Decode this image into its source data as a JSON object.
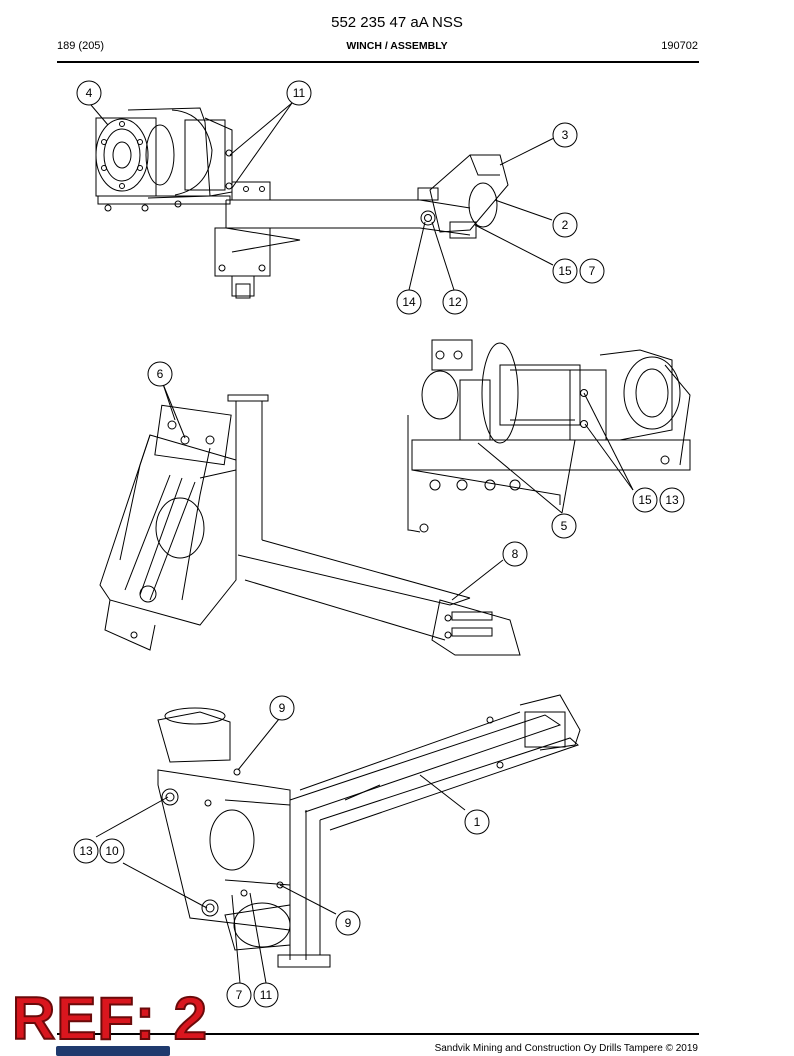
{
  "header": {
    "doc_title": "552 235 47 aA NSS",
    "page": "189 (205)",
    "section": "WINCH / ASSEMBLY",
    "date_code": "190702"
  },
  "callouts": {
    "c1": "1",
    "c2": "2",
    "c3": "3",
    "c4": "4",
    "c5": "5",
    "c6": "6",
    "c8": "8",
    "c9a": "9",
    "c9b": "9",
    "c11a": "11",
    "c12": "12",
    "c13a": "13",
    "c13b": "13",
    "c14": "14",
    "c15a": "15",
    "c15b": "15",
    "c7a": "7",
    "c10": "10",
    "c7b": "7",
    "c11b": "11"
  },
  "footer": {
    "copyright": "Sandvik Mining and Construction Oy Drills Tampere © 2019"
  },
  "stamp": {
    "ref": "REF: 2"
  }
}
